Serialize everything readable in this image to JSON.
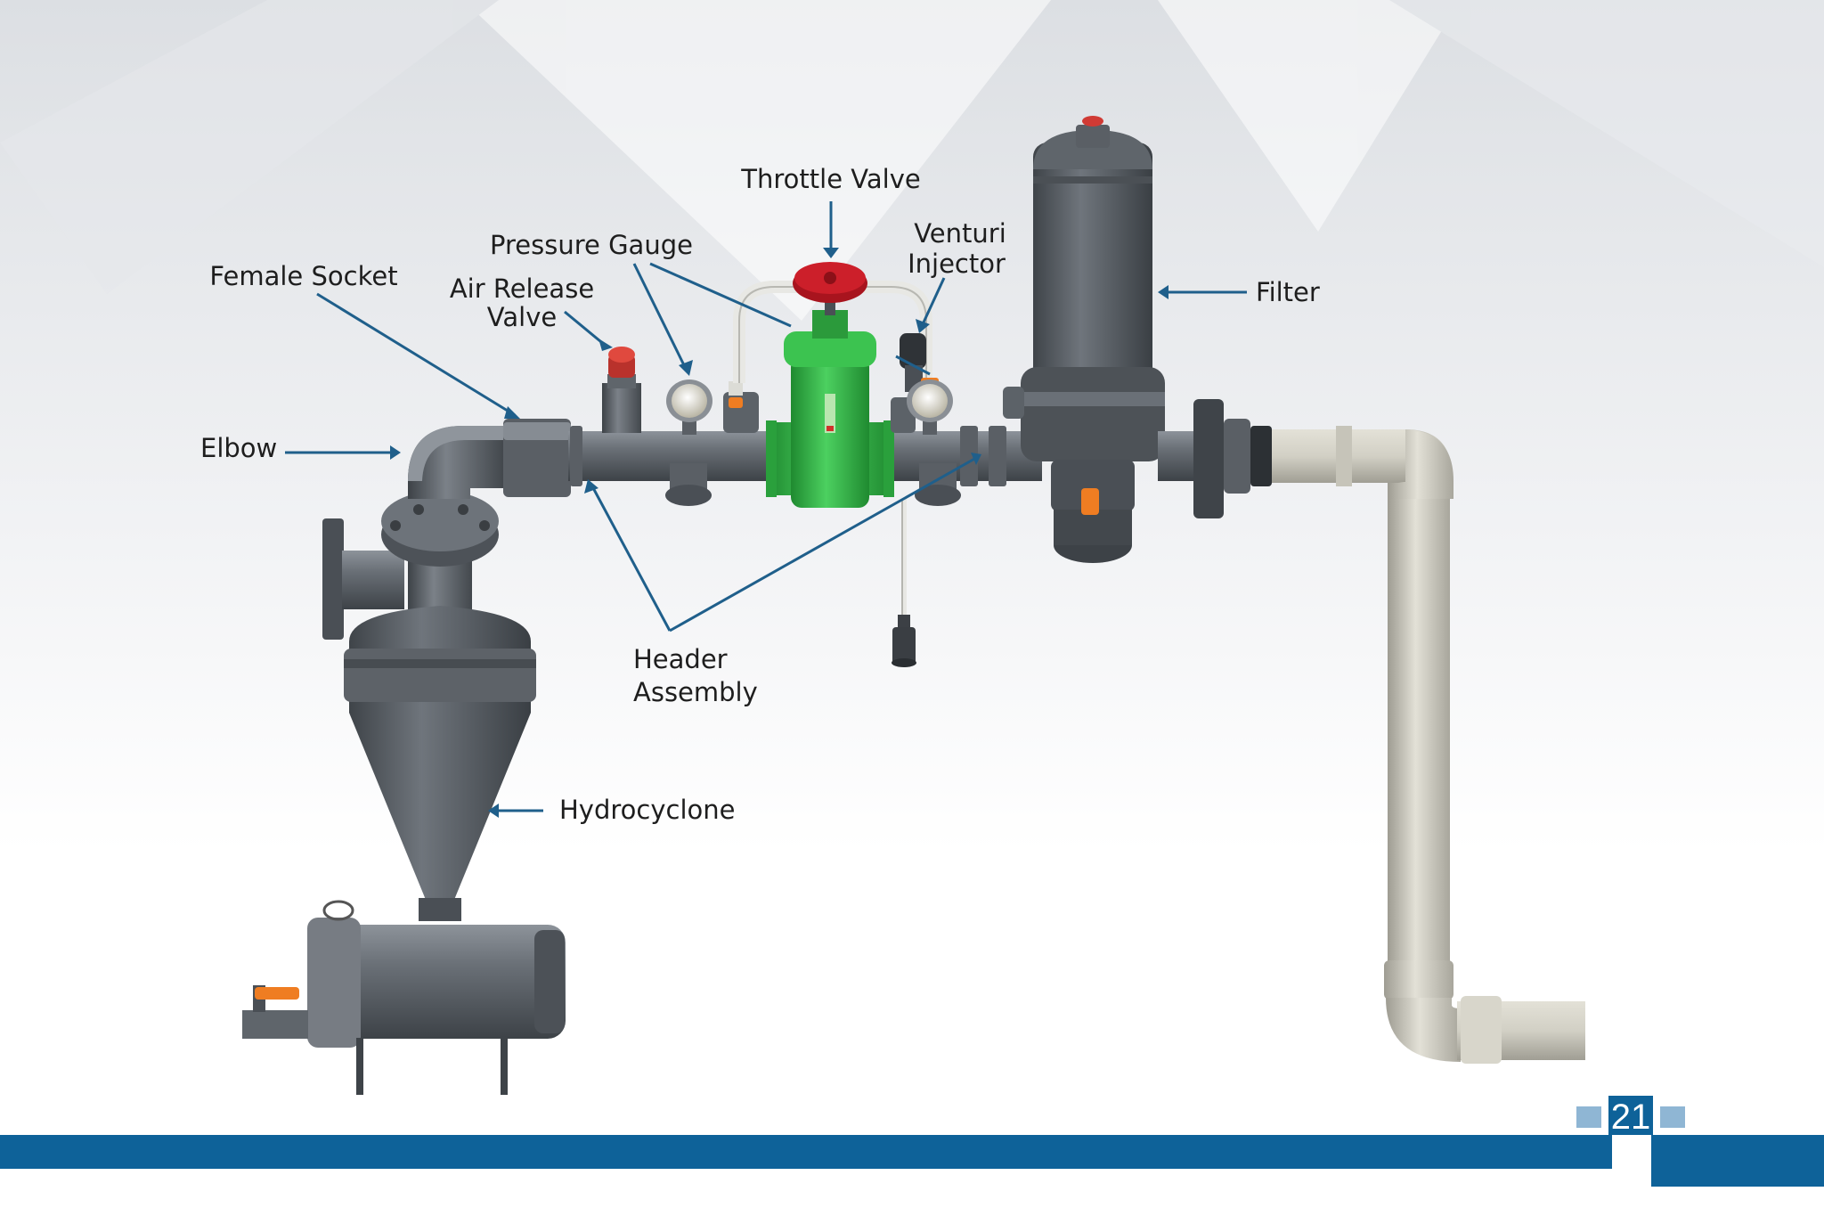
{
  "labels": {
    "throttle_valve": "Throttle Valve",
    "pressure_gauge": "Pressure Gauge",
    "venturi_line1": "Venturi",
    "venturi_line2": "Injector",
    "female_socket": "Female Socket",
    "air_release_line1": "Air Release",
    "air_release_line2": "Valve",
    "filter": "Filter",
    "elbow": "Elbow",
    "header_line1": "Header",
    "header_line2": "Assembly",
    "hydrocyclone": "Hydrocyclone"
  },
  "page_number": "21",
  "colors": {
    "leader_arrow": "#1f5f8b",
    "footer_bar": "#0e6299",
    "pipe_grey": "#5b6066",
    "pvc_cream": "#d6d4c8",
    "throttle_green": "#35b84a",
    "handwheel_red": "#cc1f2a",
    "valve_orange": "#ef7d22"
  }
}
